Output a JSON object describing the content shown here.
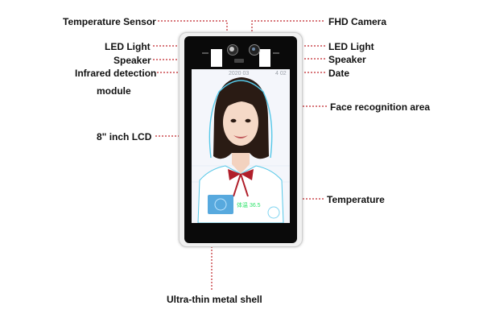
{
  "labels": {
    "temperature_sensor": "Temperature Sensor",
    "fhd_camera": "FHD Camera",
    "led_light_left": "LED Light",
    "led_light_right": "LED Light",
    "speaker_left": "Speaker",
    "speaker_right": "Speaker",
    "infrared_line1": "Infrared detection",
    "infrared_line2": "module",
    "date": "Date",
    "face_area": "Face recognition area",
    "lcd": "8\" inch LCD",
    "temperature": "Temperature",
    "shell": "Ultra-thin metal shell"
  },
  "screen": {
    "date_text": "2020  03",
    "time_text": "4  02",
    "temp_reading": "体温 36.5"
  },
  "colors": {
    "leader": "#c0282d",
    "outline": "#56c8e8",
    "ribbon": "#b01e2a"
  }
}
